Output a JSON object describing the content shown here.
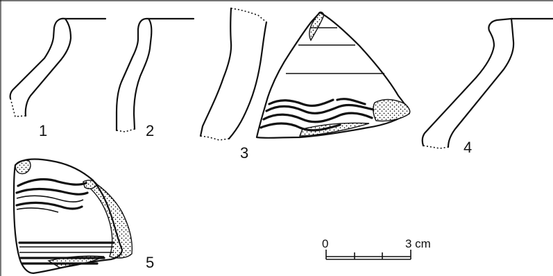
{
  "figure": {
    "labels": [
      "1",
      "2",
      "3",
      "4",
      "5"
    ],
    "scale": {
      "start": "0",
      "end": "3 cm"
    }
  }
}
